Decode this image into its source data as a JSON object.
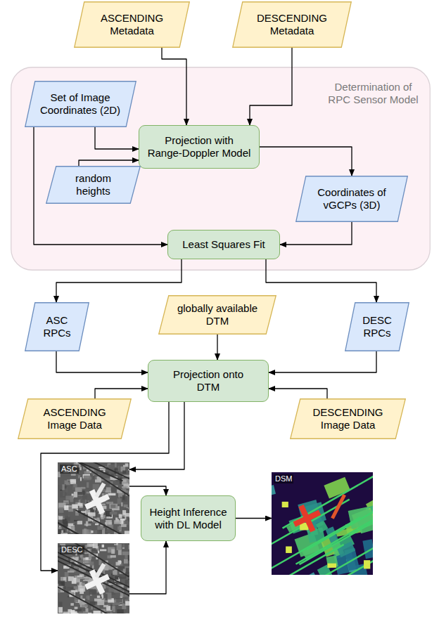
{
  "diagram": {
    "nodes": [
      {
        "text": [
          "ASCENDING Metadata"
        ]
      },
      {
        "text": [
          "DESCENDING Metadata"
        ]
      },
      {
        "text": [
          "Determination of RPC Sensor Model"
        ]
      },
      {
        "text": [
          "Set of Image Coordinates (2D)"
        ],
        "in": 2
      },
      {
        "text": [
          "Projection with Range-Doppler Model"
        ],
        "in": 2
      },
      {
        "text": [
          "random heights"
        ],
        "in": 2
      },
      {
        "text": [
          "Coordinates of vGCPs (3D)"
        ],
        "in": 2
      },
      {
        "text": [
          "Least Squares Fit"
        ],
        "in": 2
      },
      {
        "text": [
          "ASC RPCs"
        ]
      },
      {
        "text": [
          "globally available DTM"
        ]
      },
      {
        "text": [
          "DESC RPCs"
        ]
      },
      {
        "text": [
          "Projection onto DTM"
        ]
      },
      {
        "text": [
          "ASCENDING Image Data"
        ]
      },
      {
        "text": [
          "DESCENDING Image Data"
        ]
      },
      {
        "text": [
          "ASC"
        ]
      },
      {
        "text": [
          "DESC"
        ]
      },
      {
        "text": [
          "Height Inference with DL Model"
        ]
      },
      {
        "text": [
          "DSM"
        ]
      }
    ],
    "edges": [
      {
        "from": 0,
        "to": 4,
        "arrow": "to"
      },
      {
        "from": 1,
        "to": 4,
        "arrow": "to"
      },
      {
        "from": 3,
        "to": 4,
        "arrow": "to"
      },
      {
        "from": 5,
        "to": 4,
        "arrow": "to"
      },
      {
        "from": 3,
        "to": 7,
        "arrow": "to"
      },
      {
        "from": 4,
        "to": 6,
        "arrow": "to"
      },
      {
        "from": 6,
        "to": 7,
        "arrow": "to"
      },
      {
        "from": 7,
        "to": 8,
        "arrow": "to"
      },
      {
        "from": 7,
        "to": 10,
        "arrow": "to"
      },
      {
        "from": 8,
        "to": 11,
        "arrow": "to"
      },
      {
        "from": 9,
        "to": 11,
        "arrow": "to"
      },
      {
        "from": 10,
        "to": 11,
        "arrow": "to"
      },
      {
        "from": 12,
        "to": 11,
        "arrow": "to"
      },
      {
        "from": 13,
        "to": 11,
        "arrow": "to"
      },
      {
        "from": 11,
        "to": 14,
        "arrow": "to"
      },
      {
        "from": 11,
        "to": 15,
        "arrow": "to"
      },
      {
        "from": 14,
        "to": 16,
        "arrow": "to"
      },
      {
        "from": 15,
        "to": 16,
        "arrow": "to"
      },
      {
        "from": 16,
        "to": 17,
        "arrow": "to"
      }
    ]
  }
}
